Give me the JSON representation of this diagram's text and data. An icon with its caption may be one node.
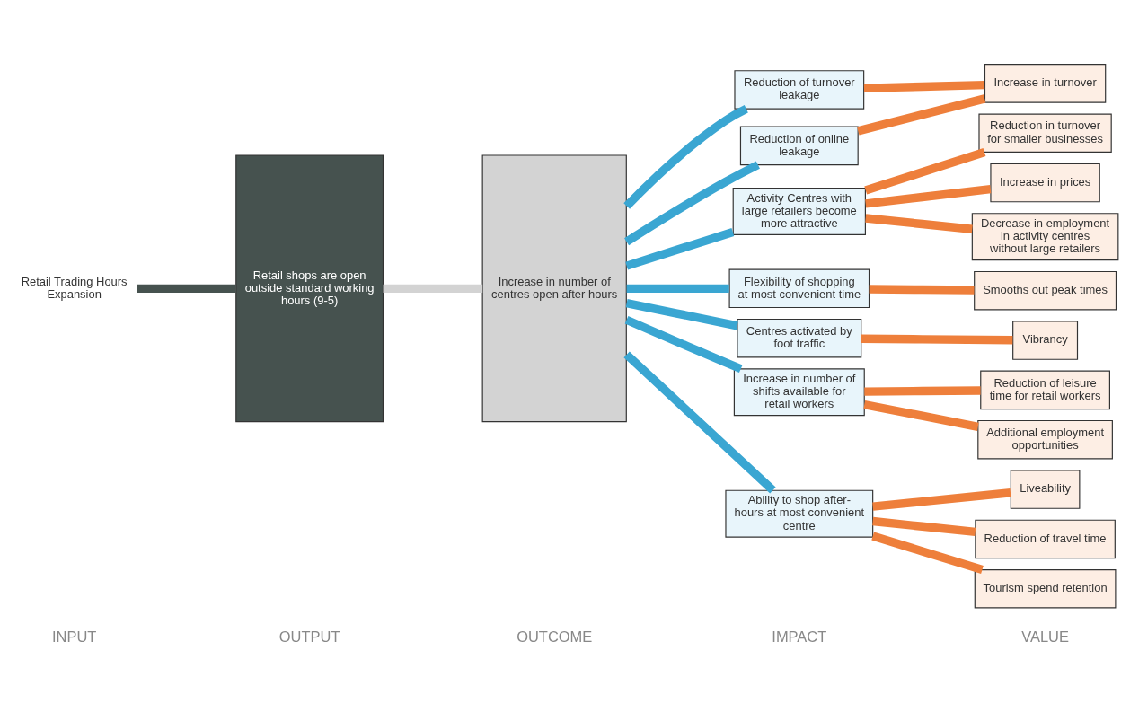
{
  "diagram": {
    "nodes": [
      {
        "text": [
          "Retail Trading Hours Expansion"
        ]
      },
      {
        "text": [
          "Retail shops are open outside standard working hours (9-5)"
        ]
      },
      {
        "text": [
          "Increase in number of centres open after hours"
        ]
      },
      {
        "text": [
          "Reduction of turnover leakage"
        ]
      },
      {
        "text": [
          "Reduction of online leakage"
        ]
      },
      {
        "text": [
          "Activity Centres with large retailers become more attractive"
        ]
      },
      {
        "text": [
          "Flexibility of shopping at most convenient time"
        ]
      },
      {
        "text": [
          "Centres activated by foot traffic"
        ]
      },
      {
        "text": [
          "Increase in number of shifts available for retail workers"
        ]
      },
      {
        "text": [
          "Ability to shop after-hours at most convenient centre"
        ]
      },
      {
        "text": [
          "Increase in turnover"
        ]
      },
      {
        "text": [
          "Reduction in turnover for smaller businesses"
        ]
      },
      {
        "text": [
          "Increase in prices"
        ]
      },
      {
        "text": [
          "Decrease in employment in activity centres without large retailers"
        ]
      },
      {
        "text": [
          "Smooths out peak times"
        ]
      },
      {
        "text": [
          "Vibrancy"
        ]
      },
      {
        "text": [
          "Reduction of leisure time for retail workers"
        ]
      },
      {
        "text": [
          "Additional employment opportunities"
        ]
      },
      {
        "text": [
          "Liveability"
        ]
      },
      {
        "text": [
          "Reduction of travel time"
        ]
      },
      {
        "text": [
          "Tourism spend retention"
        ]
      }
    ],
    "edges": [
      {
        "from": 0,
        "to": 1,
        "arrow": "none",
        "color": "#46524f"
      },
      {
        "from": 1,
        "to": 2,
        "arrow": "none",
        "color": "#d3d3d3"
      },
      {
        "from": 2,
        "to": 3,
        "arrow": "none",
        "color": "#3aa6d2"
      },
      {
        "from": 2,
        "to": 4,
        "arrow": "none",
        "color": "#3aa6d2"
      },
      {
        "from": 2,
        "to": 5,
        "arrow": "none",
        "color": "#3aa6d2"
      },
      {
        "from": 2,
        "to": 6,
        "arrow": "none",
        "color": "#3aa6d2"
      },
      {
        "from": 2,
        "to": 7,
        "arrow": "none",
        "color": "#3aa6d2"
      },
      {
        "from": 2,
        "to": 8,
        "arrow": "none",
        "color": "#3aa6d2"
      },
      {
        "from": 2,
        "to": 9,
        "arrow": "none",
        "color": "#3aa6d2"
      },
      {
        "from": 3,
        "to": 10,
        "arrow": "none"
      },
      {
        "from": 4,
        "to": 10,
        "arrow": "none"
      },
      {
        "from": 5,
        "to": 11,
        "arrow": "none"
      },
      {
        "from": 5,
        "to": 12,
        "arrow": "none"
      },
      {
        "from": 5,
        "to": 13,
        "arrow": "none"
      },
      {
        "from": 6,
        "to": 14,
        "arrow": "none"
      },
      {
        "from": 7,
        "to": 15,
        "arrow": "none"
      },
      {
        "from": 8,
        "to": 16,
        "arrow": "none"
      },
      {
        "from": 8,
        "to": 17,
        "arrow": "none"
      },
      {
        "from": 9,
        "to": 18,
        "arrow": "none"
      },
      {
        "from": 9,
        "to": 19,
        "arrow": "none"
      },
      {
        "from": 9,
        "to": 20,
        "arrow": "none"
      }
    ],
    "labels": [
      "INPUT",
      "OUTPUT",
      "OUTCOME",
      "IMPACT",
      "VALUE"
    ]
  }
}
